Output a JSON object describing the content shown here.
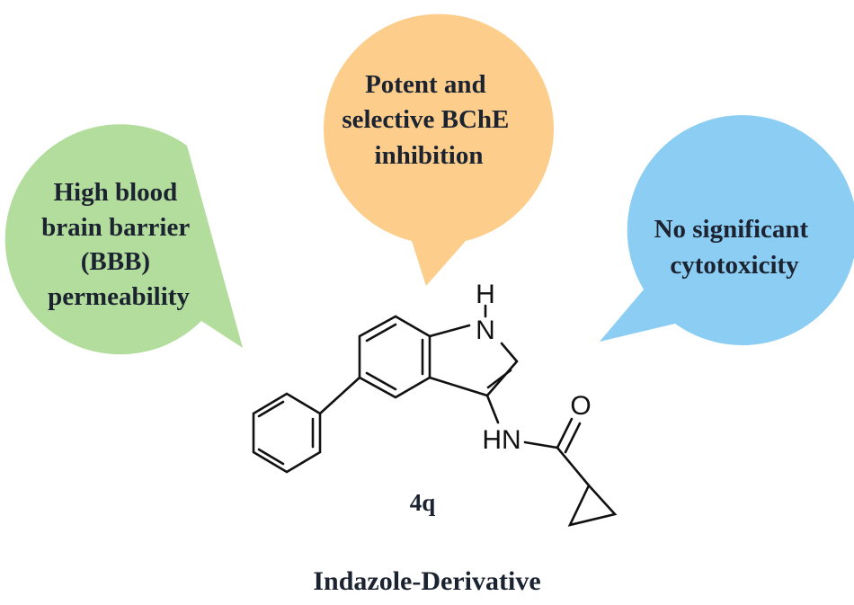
{
  "bubbles": {
    "left": {
      "lines": [
        "High blood",
        "brain barrier",
        "(BBB)",
        "permeability"
      ],
      "color": "#b3dd9c"
    },
    "top": {
      "lines": [
        "Potent and",
        "selective BChE",
        "inhibition"
      ],
      "color": "#fccd8b"
    },
    "right": {
      "lines": [
        "No significant",
        "cytotoxicity"
      ],
      "color": "#8ccdf3"
    }
  },
  "molecule": {
    "atoms": {
      "h": "H",
      "n": "N",
      "hn": "HN",
      "o": "O"
    },
    "compound_label": "4q"
  },
  "caption": "Indazole-Derivative"
}
